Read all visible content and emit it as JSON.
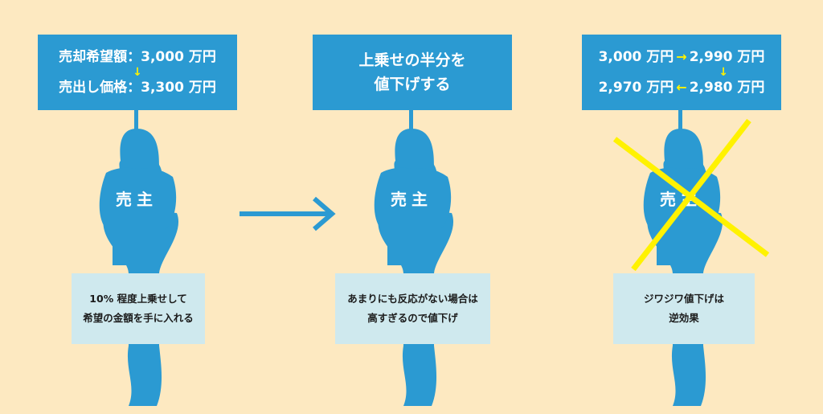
{
  "colors": {
    "background": "#fde9c1",
    "accent": "#2b9ad2",
    "highlight": "#fff200",
    "note": "#cfe9ee"
  },
  "panel1": {
    "sign_line1": "売却希望額：3,000 万円",
    "sign_arrow": "↓",
    "sign_line2": "売出し価格：3,300 万円",
    "shirt": "売主",
    "note_line1": "10% 程度上乗せして",
    "note_line2": "希望の金額を手に入れる"
  },
  "panel2": {
    "sign_line1": "上乗せの半分を",
    "sign_line2": "値下げする",
    "shirt": "売主",
    "note_line1": "あまりにも反応がない場合は",
    "note_line2": "高すぎるので値下げ"
  },
  "panel3": {
    "price1": "3,000 万円",
    "arrow_right": "→",
    "price2": "2,990 万円",
    "arrow_down": "↓",
    "price4": "2,970 万円",
    "arrow_left": "←",
    "price3": "2,980 万円",
    "shirt": "売主",
    "note_line1": "ジワジワ値下げは",
    "note_line2": "逆効果"
  }
}
